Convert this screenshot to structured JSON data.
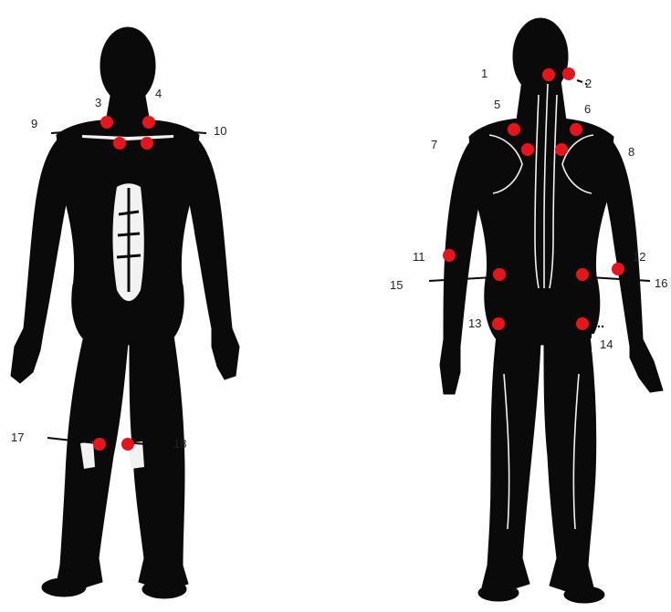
{
  "colors": {
    "background": "#ffffff",
    "figure": "#0a0a0a",
    "highlight": "#f2f2f2",
    "point": "#e8141c",
    "label": "#222222"
  },
  "figures": {
    "front": {
      "view": "front",
      "icon": "human-figure-front"
    },
    "back": {
      "view": "back",
      "icon": "human-figure-back"
    }
  },
  "labels": {
    "p1": "1",
    "p2": "2",
    "p3": "3",
    "p4": "4",
    "p5": "5",
    "p6": "6",
    "p7": "7",
    "p8": "8",
    "p9": "9",
    "p10": "10",
    "p11": "11",
    "p12": "12",
    "p13": "13",
    "p14": "14",
    "p15": "15",
    "p16": "16",
    "p17": "17",
    "p18": "18"
  }
}
